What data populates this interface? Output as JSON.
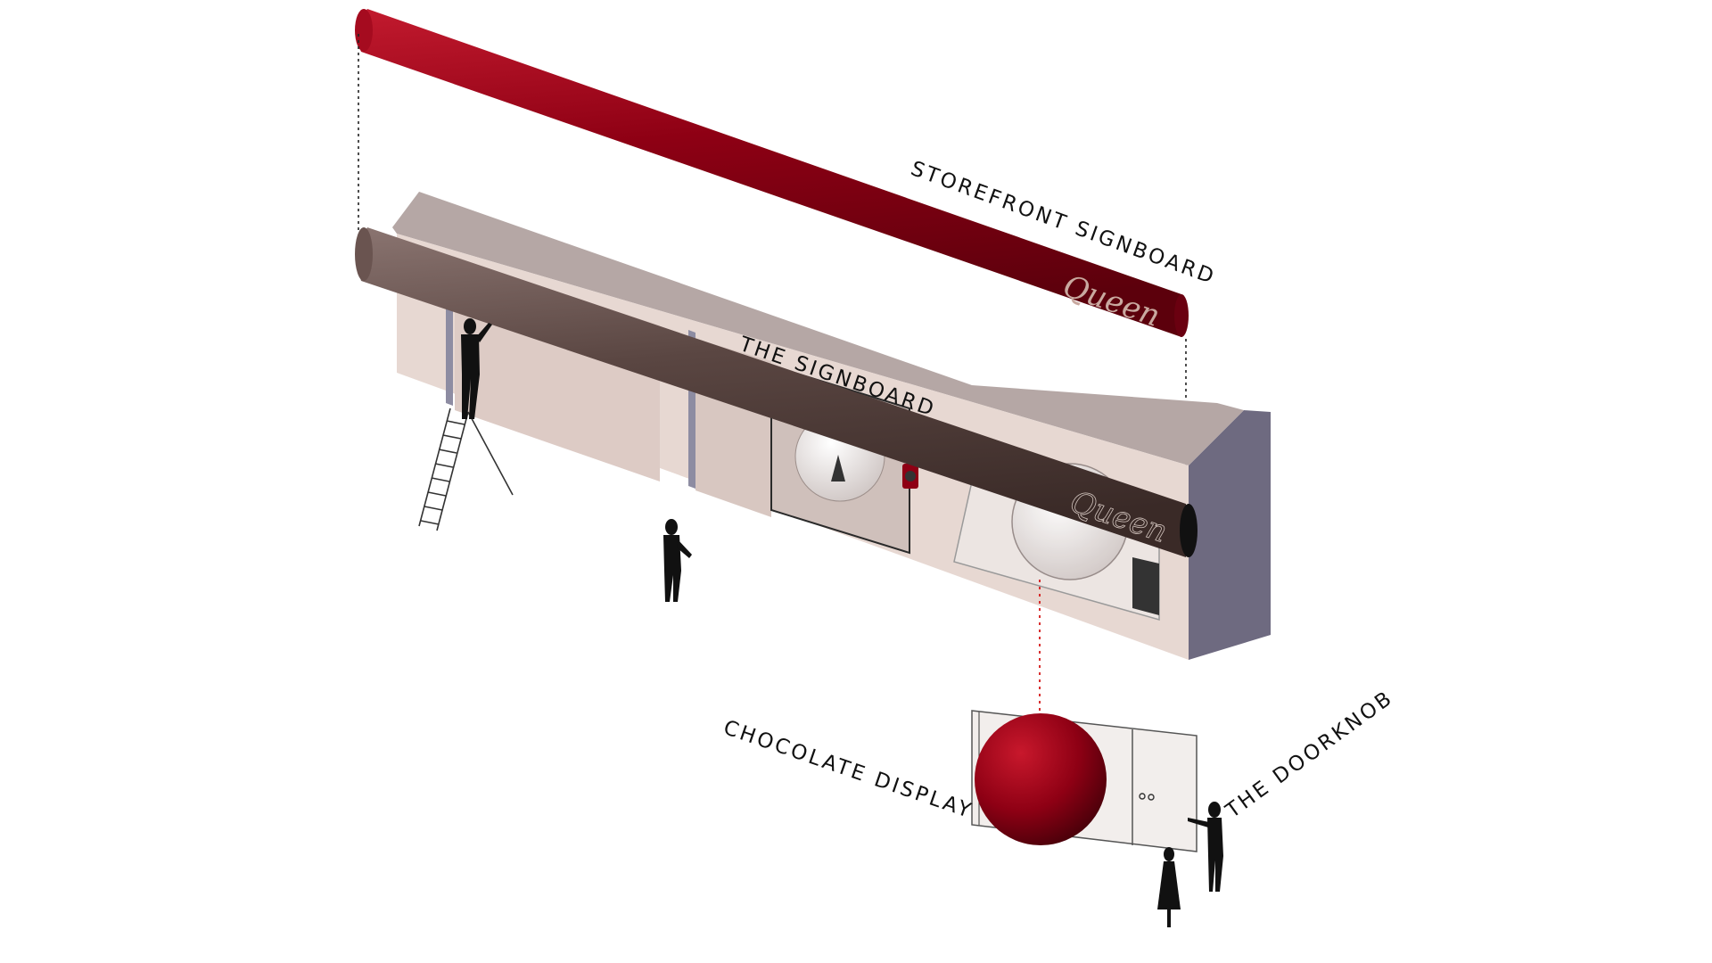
{
  "labels": {
    "storefront_signboard": "STOREFRONT SIGNBOARD",
    "the_signboard": "THE SIGNBOARD",
    "chocolate_display": "CHOCOLATE DISPLAY",
    "the_doorknob": "THE DOORKNOB"
  },
  "logo_text": "Queen",
  "colors": {
    "red_signboard": "#8e0014",
    "brown_signboard": "#5a4642",
    "roof": "#b5a7a5",
    "facade": "#e7d8d2",
    "side_wall": "#6e6a80",
    "ink": "#111111",
    "guide_red": "#d41a1a"
  }
}
